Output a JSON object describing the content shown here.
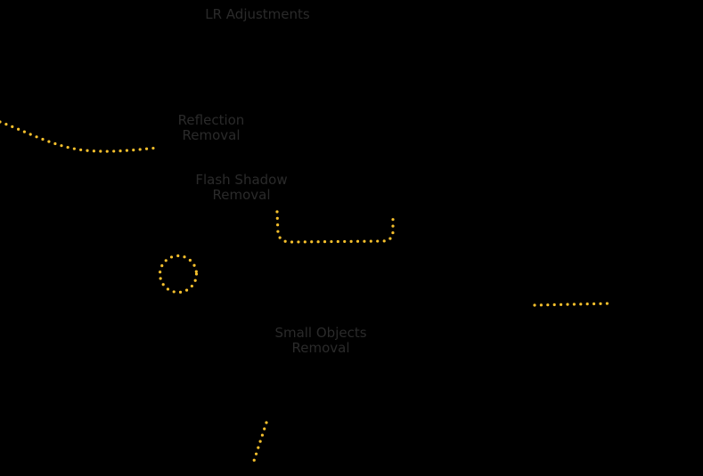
{
  "colors": {
    "background": "#000000",
    "label_text": "#2a2a2a",
    "dot_trail": "#f6c02c"
  },
  "labels": {
    "lr_adjustments": "LR Adjustments",
    "reflection_removal": [
      "Reflection",
      "Removal"
    ],
    "flash_shadow_removal": [
      "Flash Shadow",
      "Removal"
    ],
    "small_objects_removal": [
      "Small Objects",
      "Removal"
    ]
  }
}
